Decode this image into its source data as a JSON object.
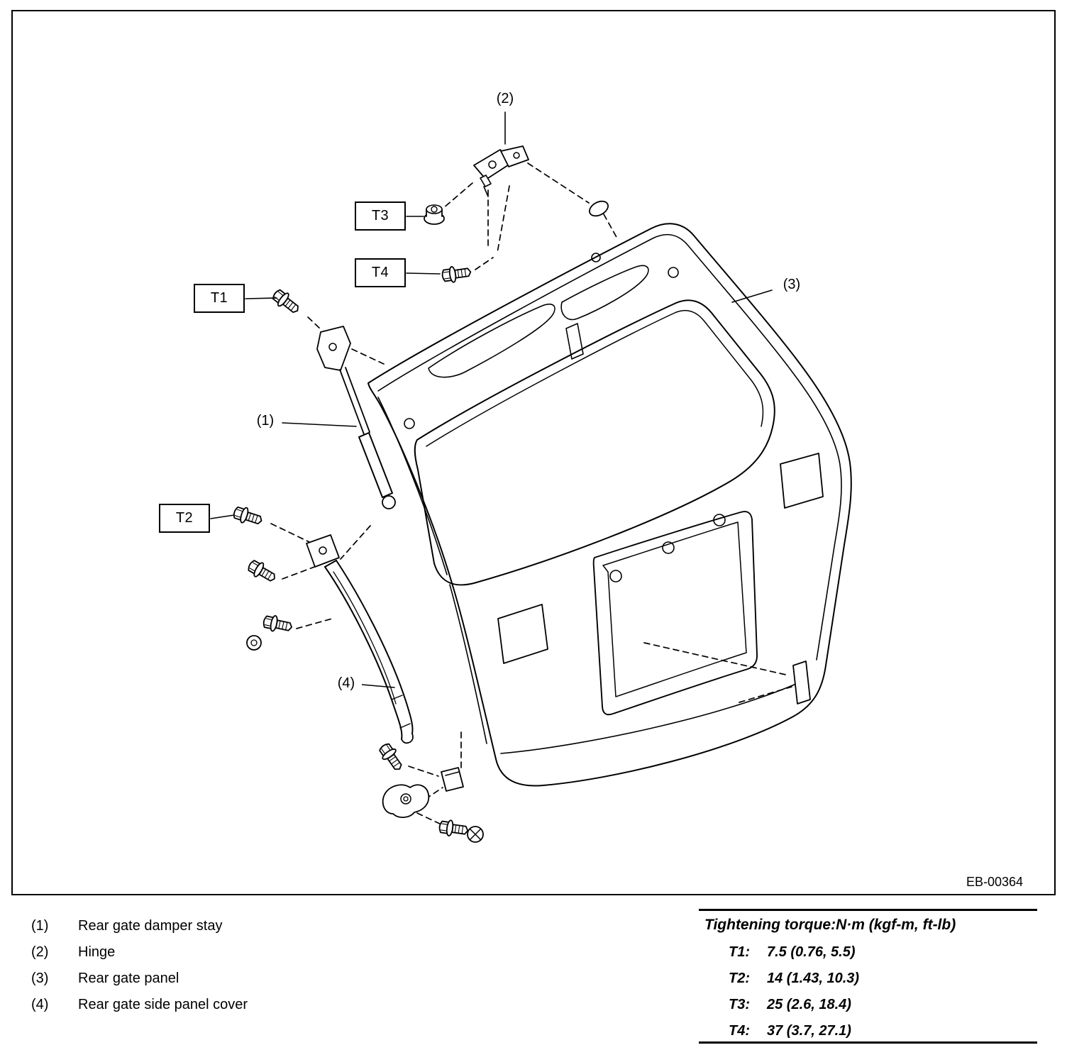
{
  "diagram": {
    "code": "EB-00364",
    "part_labels": {
      "p1": "(1)",
      "p2": "(2)",
      "p3": "(3)",
      "p4": "(4)"
    },
    "torque_labels": {
      "t1": "T1",
      "t2": "T2",
      "t3": "T3",
      "t4": "T4"
    }
  },
  "legend": {
    "items": [
      {
        "num": "(1)",
        "label": "Rear gate damper stay"
      },
      {
        "num": "(2)",
        "label": "Hinge"
      },
      {
        "num": "(3)",
        "label": "Rear gate panel"
      },
      {
        "num": "(4)",
        "label": "Rear gate side panel cover"
      }
    ]
  },
  "torque_table": {
    "title": "Tightening torque:N·m (kgf-m, ft-lb)",
    "rows": [
      {
        "key": "T1:",
        "value": "7.5 (0.76, 5.5)"
      },
      {
        "key": "T2:",
        "value": "14 (1.43, 10.3)"
      },
      {
        "key": "T3:",
        "value": "25 (2.6, 18.4)"
      },
      {
        "key": "T4:",
        "value": "37 (3.7, 27.1)"
      }
    ]
  }
}
